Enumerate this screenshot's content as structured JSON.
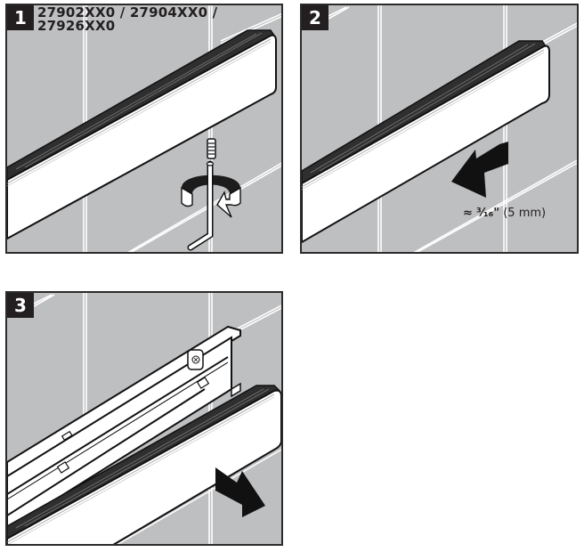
{
  "colors": {
    "tile": "#bebfc1",
    "grout": "#ffffff",
    "outline": "#231f20",
    "badge_bg": "#231f20",
    "badge_text": "#ffffff",
    "bar_face": "#ffffff",
    "bar_top": "#3a3a3a"
  },
  "panels": [
    {
      "step": "1",
      "model_label": "27902XX0 / 27904XX0 /\n27926XX0",
      "model_lines": [
        "27902XX0 / 27904XX0 /",
        "27926XX0"
      ],
      "illustration": "Set screw underneath the bar loosened with an L-shaped hex key; curved arrow indicates counter-clockwise rotation",
      "icons": [
        "hex-key-icon",
        "set-screw-icon",
        "rotate-arrow-icon"
      ]
    },
    {
      "step": "2",
      "measurement": {
        "approx_symbol": "≈",
        "imperial": "³⁄₁₆\"",
        "metric": "(5 mm)"
      },
      "illustration": "Bar pushed downward/outward in direction of the arrow",
      "icons": [
        "direction-arrow-icon"
      ]
    },
    {
      "step": "3",
      "illustration": "Bar pulled away from the wall mounting rail which is fixed with a screw",
      "icons": [
        "mounting-rail-icon",
        "screw-icon",
        "direction-arrow-icon"
      ]
    }
  ]
}
